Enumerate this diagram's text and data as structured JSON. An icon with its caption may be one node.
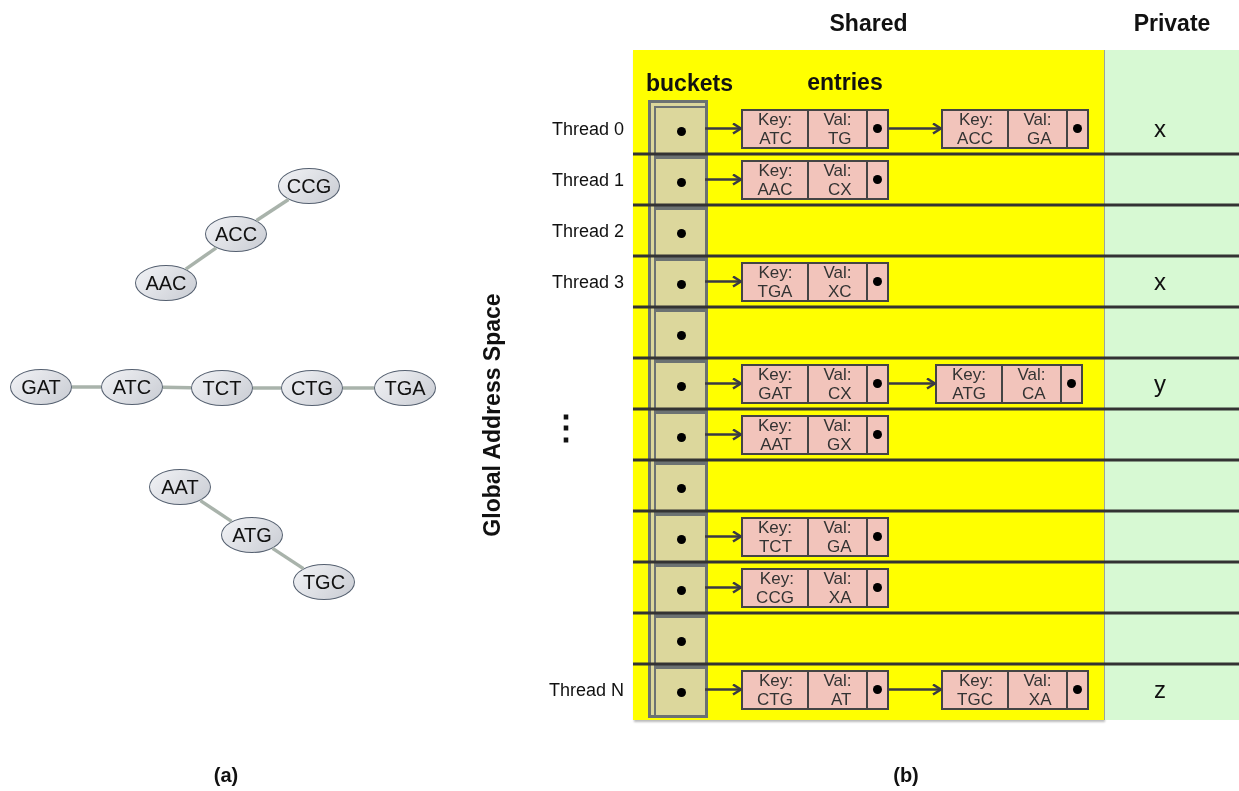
{
  "diagram": {
    "nodes": [
      {
        "text": [
          "CCG"
        ]
      },
      {
        "text": [
          "ACC"
        ]
      },
      {
        "text": [
          "AAC"
        ]
      },
      {
        "text": [
          "GAT"
        ]
      },
      {
        "text": [
          "ATC"
        ]
      },
      {
        "text": [
          "TCT"
        ]
      },
      {
        "text": [
          "CTG"
        ]
      },
      {
        "text": [
          "TGA"
        ]
      },
      {
        "text": [
          "AAT"
        ]
      },
      {
        "text": [
          "ATG"
        ]
      },
      {
        "text": [
          "TGC"
        ]
      },
      {
        "text": [
          "Shared"
        ]
      },
      {
        "text": [
          "Private"
        ]
      },
      {
        "text": [
          "buckets"
        ],
        "in": 11
      },
      {
        "text": [],
        "shape": "box",
        "in": 13
      },
      {
        "text": [],
        "shape": "box",
        "in": 13
      },
      {
        "text": [],
        "shape": "box",
        "in": 13
      },
      {
        "text": [],
        "shape": "box",
        "in": 13
      },
      {
        "text": [],
        "shape": "box",
        "in": 13
      },
      {
        "text": [],
        "shape": "box",
        "in": 13
      },
      {
        "text": [],
        "shape": "box",
        "in": 13
      },
      {
        "text": [],
        "shape": "box",
        "in": 13
      },
      {
        "text": [],
        "shape": "box",
        "in": 13
      },
      {
        "text": [],
        "shape": "box",
        "in": 13
      },
      {
        "text": [],
        "shape": "box",
        "in": 13
      },
      {
        "text": [],
        "shape": "box",
        "in": 13
      },
      {
        "text": [
          "Key: ATC",
          "Val: TG"
        ],
        "in": 11
      },
      {
        "text": [
          "Key: ACC",
          "Val: GA"
        ],
        "in": 11
      },
      {
        "text": [
          "Key: AAC",
          "Val: CX"
        ],
        "in": 11
      },
      {
        "text": [
          "Key: TGA",
          "Val: XC"
        ],
        "in": 11
      },
      {
        "text": [
          "Key: GAT",
          "Val: CX"
        ],
        "in": 11
      },
      {
        "text": [
          "Key: ATG",
          "Val: CA"
        ],
        "in": 11
      },
      {
        "text": [
          "Key: AAT",
          "Val: GX"
        ],
        "in": 11
      },
      {
        "text": [
          "Key: TCT",
          "Val: GA"
        ],
        "in": 11
      },
      {
        "text": [
          "Key: CCG",
          "Val: XA"
        ],
        "in": 11
      },
      {
        "text": [
          "Key: CTG",
          "Val: AT"
        ],
        "in": 11
      },
      {
        "text": [
          "Key: TGC",
          "Val: XA"
        ],
        "in": 11
      }
    ],
    "edges": [
      {
        "from": 1,
        "to": 0,
        "arrow": "none",
        "color": "#a9b3ab"
      },
      {
        "from": 2,
        "to": 1,
        "arrow": "none",
        "color": "#a9b3ab"
      },
      {
        "from": 3,
        "to": 4,
        "arrow": "none",
        "color": "#a9b3ab"
      },
      {
        "from": 4,
        "to": 5,
        "arrow": "none",
        "color": "#a9b3ab"
      },
      {
        "from": 5,
        "to": 6,
        "arrow": "none",
        "color": "#a9b3ab"
      },
      {
        "from": 6,
        "to": 7,
        "arrow": "none",
        "color": "#a9b3ab"
      },
      {
        "from": 8,
        "to": 9,
        "arrow": "none",
        "color": "#a9b3ab"
      },
      {
        "from": 9,
        "to": 10,
        "arrow": "none",
        "color": "#a9b3ab"
      },
      {
        "from": 14,
        "to": 26,
        "arrow": "to"
      },
      {
        "from": 26,
        "to": 27,
        "arrow": "to"
      },
      {
        "from": 15,
        "to": 28,
        "arrow": "to"
      },
      {
        "from": 17,
        "to": 29,
        "arrow": "to"
      },
      {
        "from": 19,
        "to": 30,
        "arrow": "to"
      },
      {
        "from": 30,
        "to": 31,
        "arrow": "to"
      },
      {
        "from": 20,
        "to": 32,
        "arrow": "to"
      },
      {
        "from": 22,
        "to": 33,
        "arrow": "to"
      },
      {
        "from": 23,
        "to": 34,
        "arrow": "to"
      },
      {
        "from": 25,
        "to": 35,
        "arrow": "to"
      },
      {
        "from": 35,
        "to": 36,
        "arrow": "to"
      }
    ],
    "labels": [
      "entries",
      "Thread 0",
      "x",
      "Thread 1",
      "Thread 2",
      "Thread 3",
      "x",
      "Global Address Space",
      "⋮",
      "y",
      "Thread N",
      "z",
      "(a)",
      "(b)"
    ]
  }
}
